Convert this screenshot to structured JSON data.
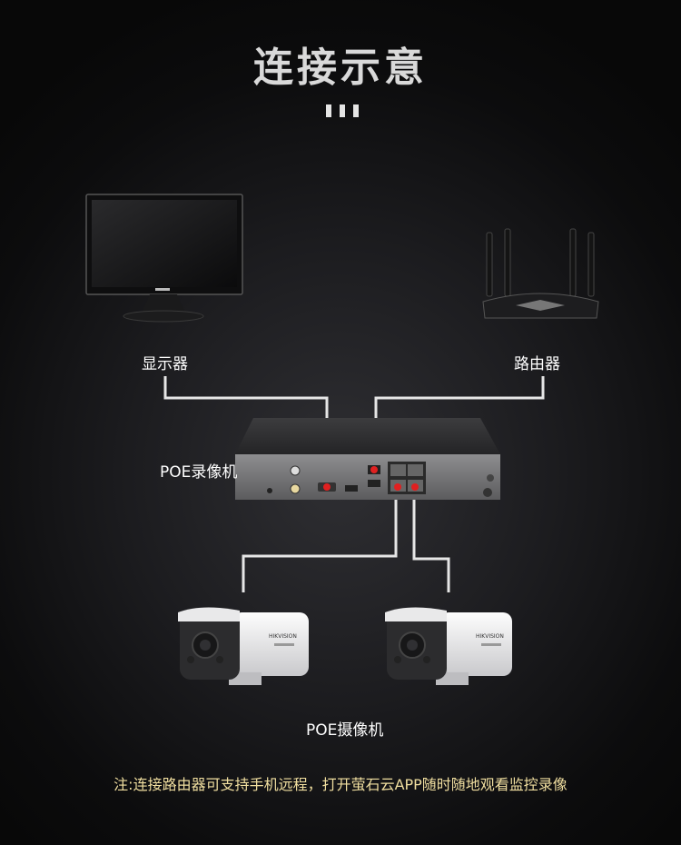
{
  "title": "连接示意",
  "labels": {
    "monitor": "显示器",
    "router": "路由器",
    "nvr": "POE录像机",
    "cameras": "POE摄像机"
  },
  "logos": {
    "camera": "HIKVISION"
  },
  "note": "注:连接路由器可支持手机远程，打开萤石云APP随时随地观看监控录像",
  "colors": {
    "note": "#f1dfa0",
    "port_highlight": "#e02020",
    "wire": "#e6e6e6"
  }
}
